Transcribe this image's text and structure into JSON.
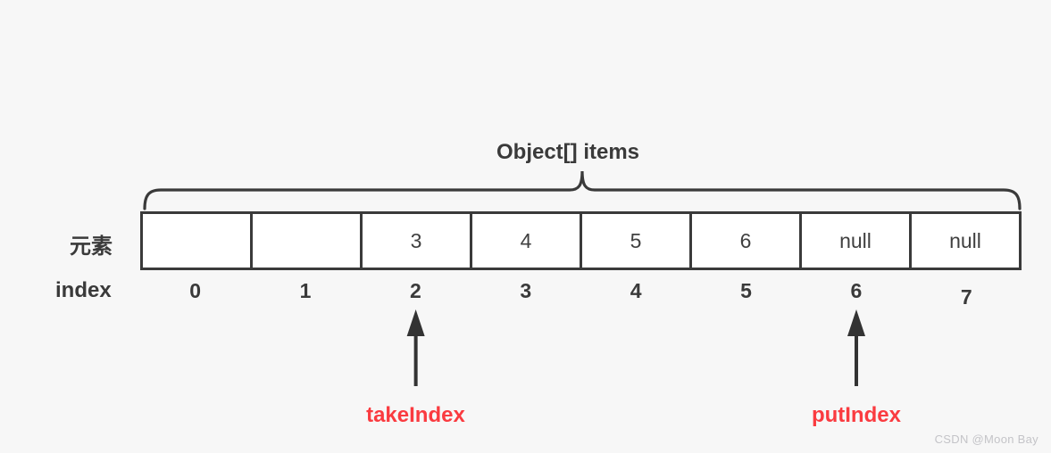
{
  "diagram": {
    "title": "Object[] items",
    "element_row_label": "元素",
    "index_row_label": "index",
    "cells": [
      "",
      "",
      "3",
      "4",
      "5",
      "6",
      "null",
      "null"
    ],
    "indices": [
      "0",
      "1",
      "2",
      "3",
      "4",
      "5",
      "6",
      "7"
    ],
    "pointers": [
      {
        "label": "takeIndex",
        "index": 2
      },
      {
        "label": "putIndex",
        "index": 6
      }
    ],
    "colors": {
      "line": "#3a3a3a",
      "text": "#3a3a3a",
      "cell_value": "#404040",
      "pointer_label": "#fa3b40",
      "cell_background": "#ffffff",
      "background": "#f7f7f7",
      "watermark": "#c4c4c8"
    }
  },
  "watermark": "CSDN @Moon Bay"
}
